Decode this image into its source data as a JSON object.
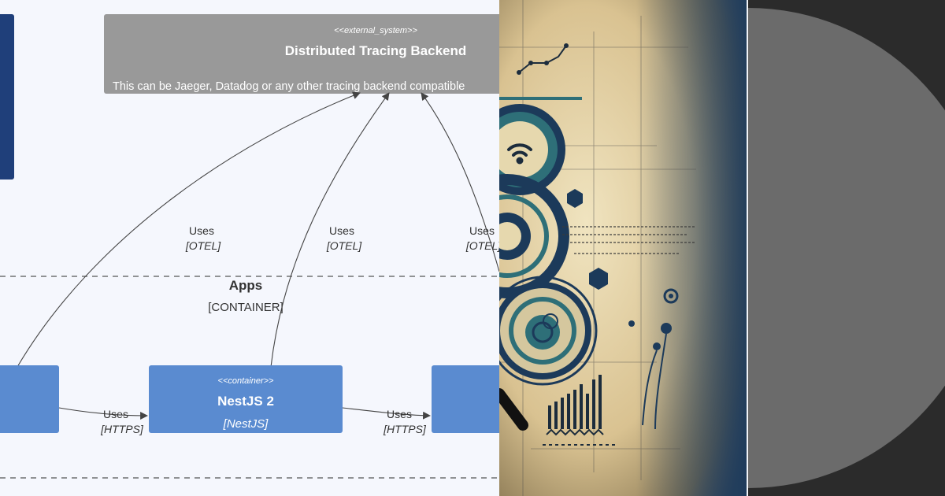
{
  "diagram": {
    "external_system": {
      "stereotype": "<<external_system>>",
      "title": "Distributed Tracing Backend",
      "description": "This can be Jaeger, Datadog or any other tracing backend compatible"
    },
    "boundary": {
      "title": "Apps",
      "type": "[CONTAINER]"
    },
    "containers": [
      {
        "stereotype": "<<container>>",
        "title": "NestJS 2",
        "tech": "[NestJS]"
      }
    ],
    "relations_otel": [
      {
        "label": "Uses",
        "tech": "[OTEL]"
      },
      {
        "label": "Uses",
        "tech": "[OTEL]"
      },
      {
        "label": "Uses",
        "tech": "[OTEL]"
      }
    ],
    "relations_https": [
      {
        "label": "Uses",
        "tech": "[HTTPS]"
      },
      {
        "label": "Uses",
        "tech": "[HTTPS]"
      }
    ],
    "colors": {
      "external_system": "#999999",
      "container": "#5a8bd0",
      "person": "#1f3f7a",
      "background": "#f5f7fd"
    }
  },
  "illustration": {
    "icon": "wifi-icon",
    "palette": [
      "#1c3a5a",
      "#2e6f78",
      "#e6d8ae",
      "#8b6a3a"
    ]
  },
  "disc": {
    "color": "#6b6b6b",
    "background": "#2b2b2b"
  }
}
